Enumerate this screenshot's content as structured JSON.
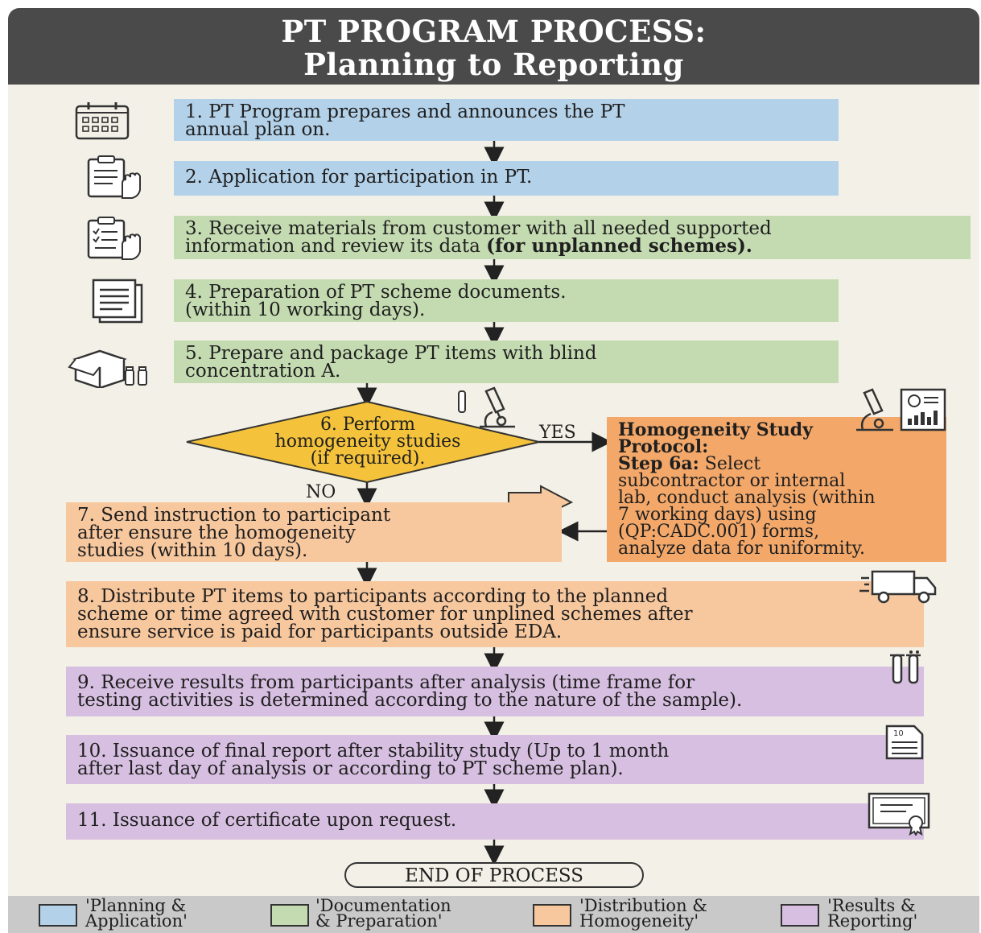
{
  "header": {
    "line1": "PT PROGRAM PROCESS:",
    "line2": "Planning to Reporting"
  },
  "steps": [
    {
      "text": "1. PT Program prepares and announces the PT\nannual plan on.",
      "category": "Planning & Application"
    },
    {
      "text": "2. Application for participation in PT.",
      "category": "Planning & Application"
    },
    {
      "text_plain": "3. Receive materials from customer with all needed supported\ninformation and review its data ",
      "text_bold": "(for unplanned schemes).",
      "category": "Documentation & Preparation"
    },
    {
      "text": "4. Preparation of PT scheme documents.\n(within 10 working days).",
      "category": "Documentation & Preparation"
    },
    {
      "text": "5. Prepare and package PT items with blind\nconcentration A.",
      "category": "Documentation & Preparation"
    },
    {
      "text": "6. Perform\nhomogeneity studies\n(if required).",
      "category": "decision"
    },
    {
      "text": "7. Send instruction to participant\nafter ensure the homogeneity\nstudies (within 10 days).",
      "category": "Distribution & Homogeneity"
    },
    {
      "text": "8. Distribute PT items to participants according to the planned\nscheme or time agreed with customer for unplined schemes after\nensure service is paid for participants outside EDA.",
      "category": "Distribution & Homogeneity"
    },
    {
      "text": "9. Receive results from participants after analysis (time frame for\ntesting activities is determined according to the nature of the sample).",
      "category": "Results & Reporting"
    },
    {
      "text": "10. Issuance of final report after stability study (Up to 1 month\nafter last day of analysis or according to PT scheme plan).",
      "category": "Results & Reporting"
    },
    {
      "text": "11. Issuance of certificate upon request.",
      "category": "Results & Reporting"
    }
  ],
  "protocol": {
    "title": "Homogeneity Study\nProtocol:",
    "step_label": "Step 6a:",
    "step_text": " Select\nsubcontractor or internal\nlab, conduct analysis (within\n7 working days) using\n(QP:CADC.001) forms,\nanalyze data for uniformity."
  },
  "branches": {
    "yes": "YES",
    "no": "NO"
  },
  "end_label": "END OF PROCESS",
  "legend": [
    {
      "label": "'Planning &\nApplication'",
      "color": "#b3d1e9"
    },
    {
      "label": "'Documentation\n& Preparation'",
      "color": "#c4dbb1"
    },
    {
      "label": "'Distribution &\nHomogeneity'",
      "color": "#f7c79e"
    },
    {
      "label": "'Results &\nReporting'",
      "color": "#d7bfe1"
    }
  ],
  "icons": [
    "calendar-icon",
    "clipboard-hand-icon",
    "clipboard-check-hand-icon",
    "document-icon",
    "box-vials-icon",
    "microscope-test-tube-icon",
    "microscope-report-icon",
    "truck-icon",
    "test-tubes-icon",
    "report-10-icon",
    "certificate-icon"
  ]
}
